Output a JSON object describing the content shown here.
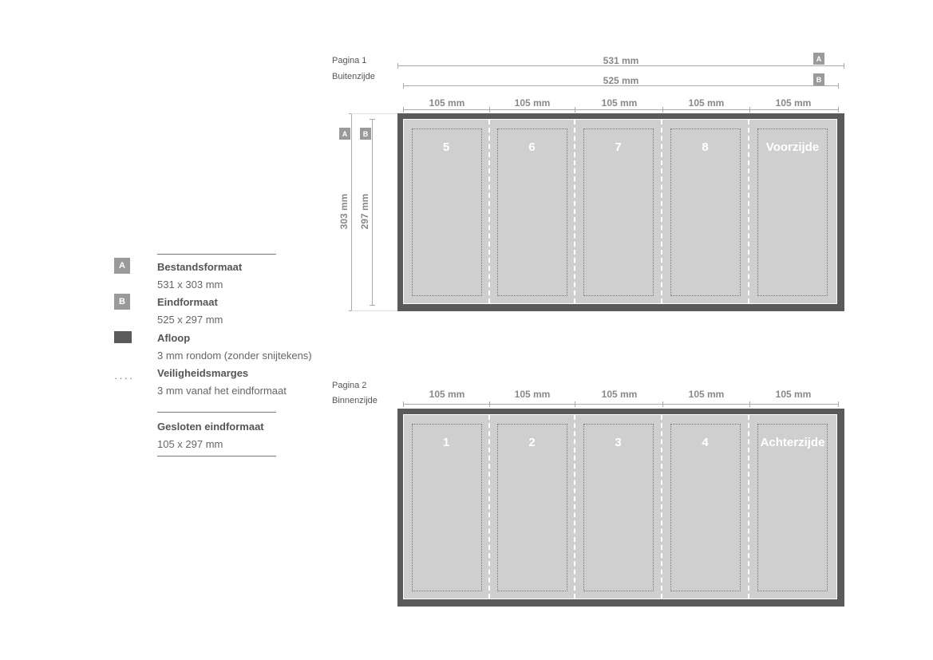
{
  "legend": {
    "a_badge": "A",
    "a_title": "Bestandsformaat",
    "a_value": "531 x 303 mm",
    "b_badge": "B",
    "b_title": "Eindformaat",
    "b_value": "525 x 297 mm",
    "bleed_title": "Afloop",
    "bleed_value": "3 mm rondom (zonder snijtekens)",
    "safety_symbol": "····",
    "safety_title": "Veiligheidsmarges",
    "safety_value": "3 mm vanaf het eindformaat",
    "closed_title": "Gesloten eindformaat",
    "closed_value": "105 x 297 mm",
    "colors": {
      "badge": "#9a9a9a",
      "bleed": "#5a5a5a",
      "trim": "#cfcfcf"
    }
  },
  "page1": {
    "label_line1": "Pagina 1",
    "label_line2": "Buitenzijde",
    "width_a": "531 mm",
    "width_a_badge": "A",
    "width_b": "525 mm",
    "width_b_badge": "B",
    "panel_widths": [
      "105 mm",
      "105 mm",
      "105 mm",
      "105 mm",
      "105 mm"
    ],
    "height_a_badge": "A",
    "height_a": "303 mm",
    "height_b_badge": "B",
    "height_b": "297 mm",
    "panels": [
      "5",
      "6",
      "7",
      "8",
      "Voorzijde"
    ]
  },
  "page2": {
    "label_line1": "Pagina 2",
    "label_line2": "Binnenzijde",
    "panel_widths": [
      "105 mm",
      "105 mm",
      "105 mm",
      "105 mm",
      "105 mm"
    ],
    "panels": [
      "1",
      "2",
      "3",
      "4",
      "Achterzijde"
    ]
  }
}
